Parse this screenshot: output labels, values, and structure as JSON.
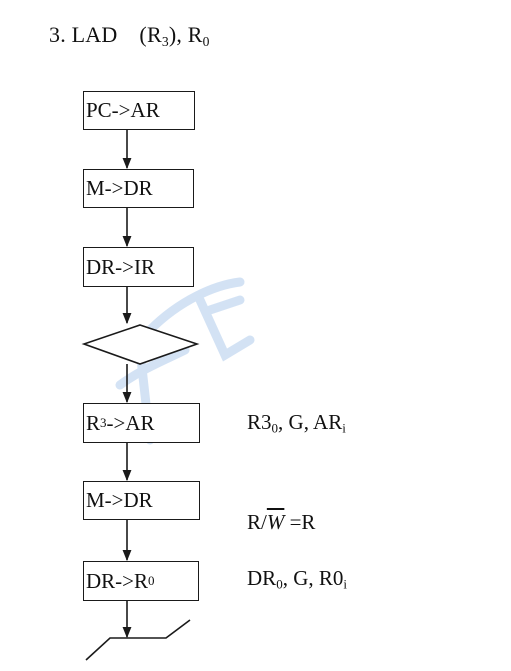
{
  "title": {
    "number": "3. LAD",
    "operand_open": "(R",
    "operand_sub": "3",
    "operand_close": "), R",
    "dest_sub": "0"
  },
  "flow": {
    "box1": "PC->AR",
    "box2": "M->DR",
    "box3": "DR->IR",
    "box4_pre": "R",
    "box4_sub": "3",
    "box4_post": "->AR",
    "box5": "M->DR",
    "box6_pre": "DR->R",
    "box6_sub": "0"
  },
  "signals": {
    "s1_pre": "R3",
    "s1_sub": "0",
    "s1_mid": ", G, AR",
    "s1_sub2": "i",
    "s2_pre": "R/",
    "s2_over": "W",
    "s2_post": " =R",
    "s3_pre": "DR",
    "s3_sub": "0",
    "s3_mid": ", G, R0",
    "s3_sub2": "i"
  },
  "colors": {
    "line": "#1a1a1a",
    "watermark": "#3a7fd0"
  }
}
